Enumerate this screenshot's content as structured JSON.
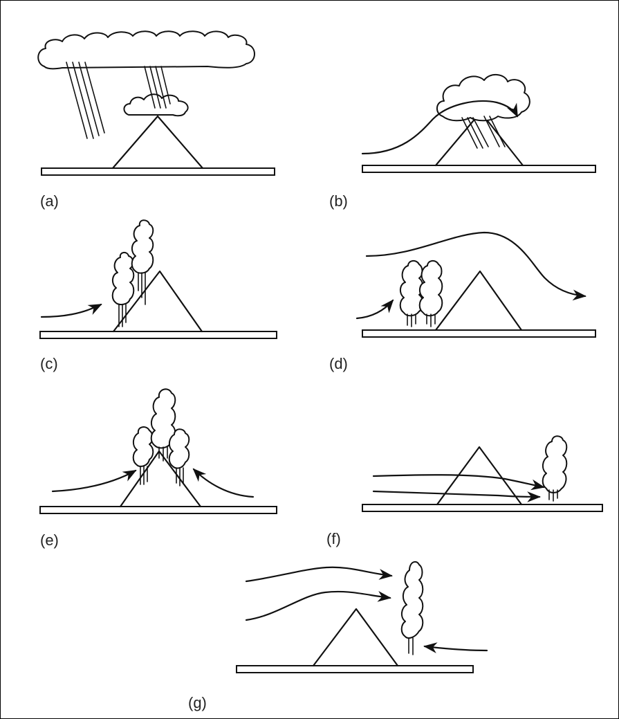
{
  "panels": [
    {
      "id": "a",
      "label": "(a)"
    },
    {
      "id": "b",
      "label": "(b)"
    },
    {
      "id": "c",
      "label": "(c)"
    },
    {
      "id": "d",
      "label": "(d)"
    },
    {
      "id": "e",
      "label": "(e)"
    },
    {
      "id": "f",
      "label": "(f)"
    },
    {
      "id": "g",
      "label": "(g)"
    }
  ]
}
